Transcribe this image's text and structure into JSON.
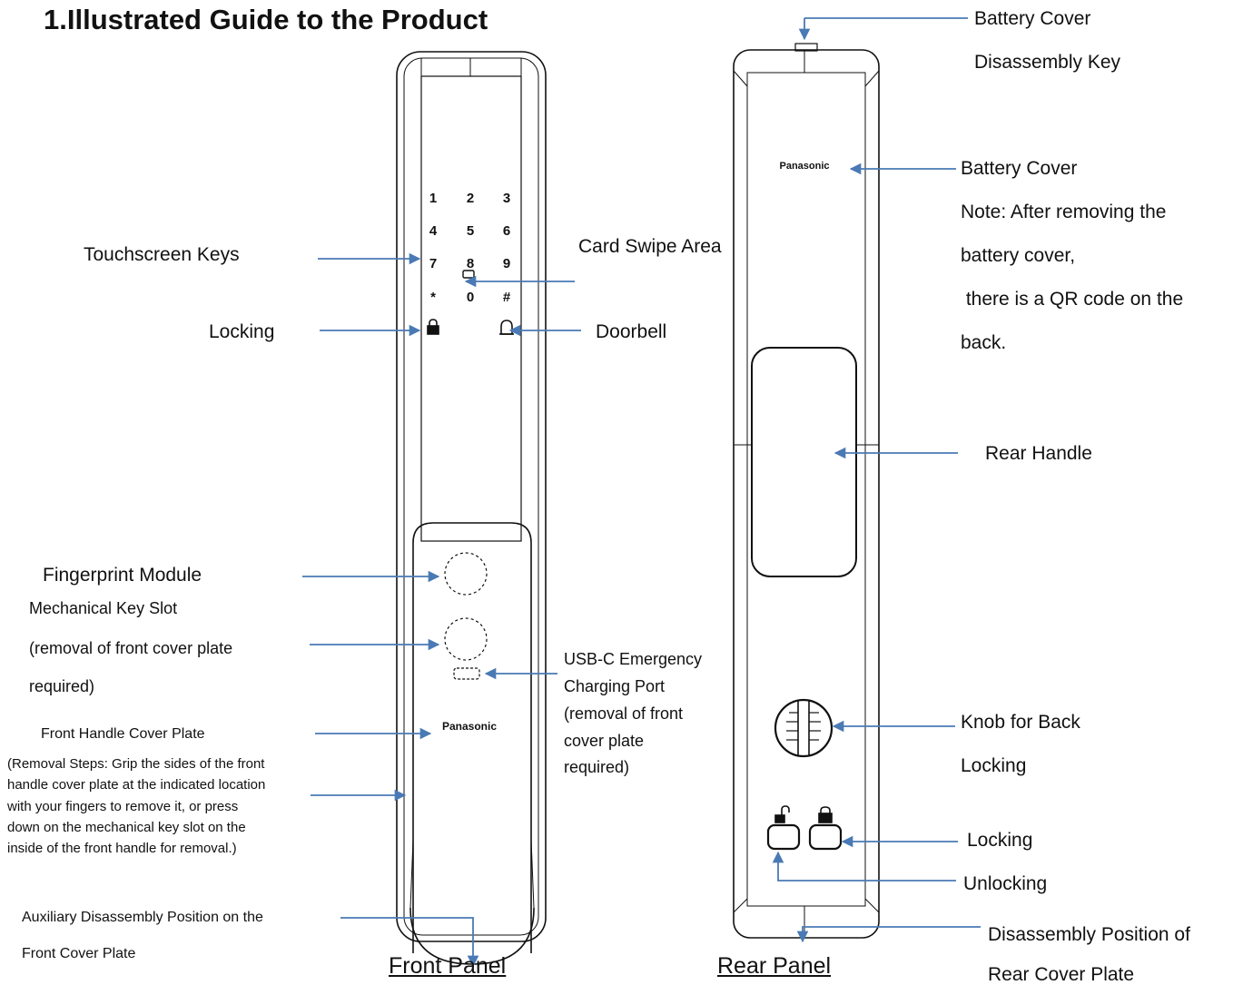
{
  "title": "1.Illustrated Guide to the Product",
  "colors": {
    "arrow": "#4a7ab5",
    "outline": "#111111"
  },
  "front_panel": {
    "caption": "Front Panel",
    "brand": "Panasonic",
    "keypad": [
      "1",
      "2",
      "3",
      "4",
      "5",
      "6",
      "7",
      "8",
      "9",
      "*",
      "0",
      "#"
    ],
    "icons": [
      "lock-icon",
      "bell-icon",
      "card-icon"
    ]
  },
  "rear_panel": {
    "caption": "Rear Panel",
    "brand": "Panasonic",
    "icons": [
      "unlock-icon",
      "lock-icon"
    ]
  },
  "labels": {
    "touchscreen_keys": "Touchscreen Keys",
    "card_swipe_area": "Card Swipe Area",
    "locking_front": "Locking",
    "doorbell": "Doorbell",
    "fingerprint_module": "Fingerprint Module",
    "mech_key_slot_1": "Mechanical Key Slot",
    "mech_key_slot_2": "(removal of front cover plate",
    "mech_key_slot_3": "required)",
    "usbc_1": "USB-C Emergency",
    "usbc_2": "Charging Port",
    "usbc_3": "(removal of front",
    "usbc_4": "cover plate",
    "usbc_5": "required)",
    "front_handle_cover": "Front Handle Cover Plate",
    "removal_steps_1": "(Removal Steps: Grip the sides of the front",
    "removal_steps_2": "handle cover plate at the indicated location",
    "removal_steps_3": "with your fingers to remove it, or press",
    "removal_steps_4": "down on the mechanical key slot on the",
    "removal_steps_5": "inside of the front handle for removal.)",
    "aux_disassembly_1": "Auxiliary Disassembly Position on the",
    "aux_disassembly_2": "Front Cover Plate",
    "battery_cover_key_1": "Battery Cover",
    "battery_cover_key_2": "Disassembly Key",
    "battery_cover": "Battery Cover",
    "note_1": "Note: After removing the",
    "note_2": "battery cover,",
    "note_3": " there is a QR code on the",
    "note_4": "back.",
    "rear_handle": "Rear Handle",
    "knob_1": "Knob for Back",
    "knob_2": "Locking",
    "locking_rear": "Locking",
    "unlocking": "Unlocking",
    "rear_cover_1": "Disassembly Position of",
    "rear_cover_2": "Rear Cover Plate"
  }
}
